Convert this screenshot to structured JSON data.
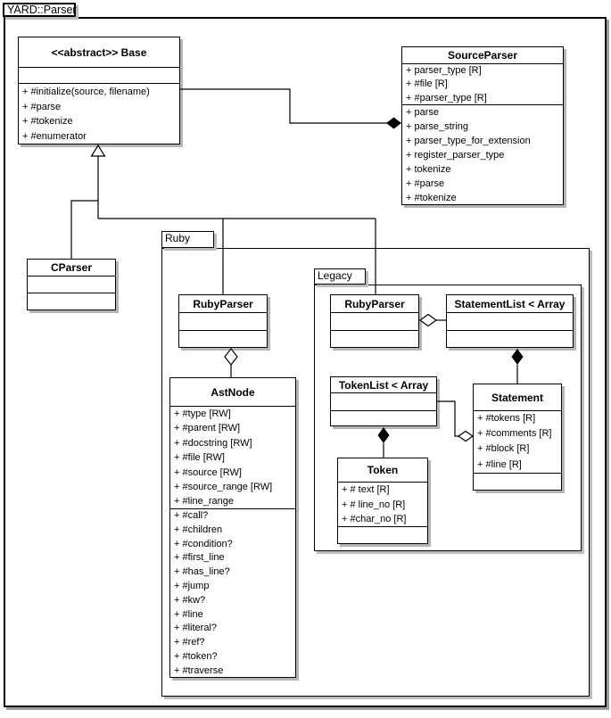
{
  "frame": {
    "title": "YARD::Parser"
  },
  "packages": {
    "ruby": {
      "label": "Ruby"
    },
    "legacy": {
      "label": "Legacy"
    }
  },
  "classes": {
    "base": {
      "title": "<<abstract>> Base",
      "attributes": [],
      "operations": [
        "+ #initialize(source, filename)",
        "+ #parse",
        "+ #tokenize",
        "+ #enumerator"
      ]
    },
    "source_parser": {
      "title": "SourceParser",
      "attributes": [
        "+ parser_type [R]",
        "+ #file [R]",
        "+ #parser_type [R]"
      ],
      "operations": [
        "+ parse",
        "+ parse_string",
        "+ parser_type_for_extension",
        "+ register_parser_type",
        "+ tokenize",
        "+ #parse",
        "+ #tokenize"
      ]
    },
    "c_parser": {
      "title": "CParser",
      "attributes": [],
      "operations": []
    },
    "ruby_parser": {
      "title": "RubyParser",
      "attributes": [],
      "operations": []
    },
    "ast_node": {
      "title": "AstNode",
      "attributes": [
        "+ #type [RW]",
        "+ #parent [RW]",
        "+ #docstring [RW]",
        "+ #file [RW]",
        "+ #source [RW]",
        "+ #source_range [RW]",
        "+ #line_range"
      ],
      "operations": [
        "+ #call?",
        "+ #children",
        "+ #condition?",
        "+ #first_line",
        "+ #has_line?",
        "+ #jump",
        "+ #kw?",
        "+ #line",
        "+ #literal?",
        "+ #ref?",
        "+ #token?",
        "+ #traverse"
      ]
    },
    "legacy_ruby_parser": {
      "title": "RubyParser",
      "attributes": [],
      "operations": []
    },
    "statement_list": {
      "title": "StatementList < Array",
      "attributes": [],
      "operations": []
    },
    "token_list": {
      "title": "TokenList < Array",
      "attributes": [],
      "operations": []
    },
    "token": {
      "title": "Token",
      "attributes": [
        "+ # text [R]",
        "+ # line_no [R]",
        "+ #char_no [R]"
      ],
      "operations": []
    },
    "statement": {
      "title": "Statement",
      "attributes": [
        "+ #tokens [R]",
        "+ #comments [R]",
        "+ #block [R]",
        "+ #line [R]"
      ],
      "operations": []
    }
  },
  "relationships": [
    {
      "from": "Base",
      "to": "SourceParser",
      "type": "composition"
    },
    {
      "from": "CParser",
      "to": "Base",
      "type": "generalization"
    },
    {
      "from": "Ruby::RubyParser",
      "to": "Base",
      "type": "generalization"
    },
    {
      "from": "Ruby::Legacy::RubyParser",
      "to": "Base",
      "type": "generalization"
    },
    {
      "from": "Ruby::RubyParser",
      "to": "AstNode",
      "type": "aggregation"
    },
    {
      "from": "Legacy::RubyParser",
      "to": "StatementList < Array",
      "type": "aggregation"
    },
    {
      "from": "StatementList < Array",
      "to": "Statement",
      "type": "composition"
    },
    {
      "from": "TokenList < Array",
      "to": "Token",
      "type": "composition"
    },
    {
      "from": "Statement",
      "to": "TokenList < Array",
      "type": "aggregation"
    }
  ],
  "colors": {
    "line": "#000000",
    "shadow": "#bdbdbd",
    "background": "#ffffff"
  }
}
